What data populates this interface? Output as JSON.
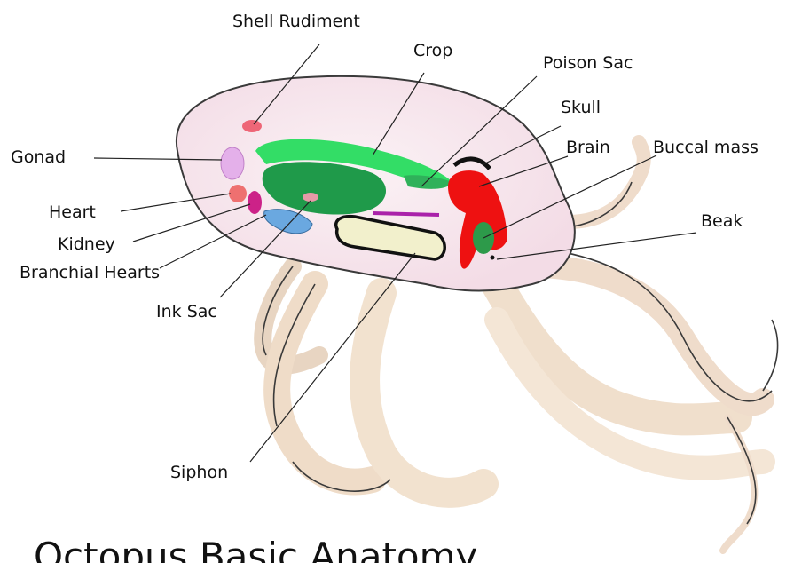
{
  "diagram": {
    "title": "Octopus Basic Anatomy",
    "labels": {
      "shell_rudiment": "Shell Rudiment",
      "crop": "Crop",
      "poison_sac": "Poison Sac",
      "skull": "Skull",
      "brain": "Brain",
      "buccal_mass": "Buccal mass",
      "gonad": "Gonad",
      "heart": "Heart",
      "kidney": "Kidney",
      "branchial_hearts": "Branchial Hearts",
      "ink_sac": "Ink Sac",
      "beak": "Beak",
      "siphon": "Siphon"
    },
    "colors": {
      "body": "#f8e8ee",
      "tentacle": "#f3e6d4",
      "crop": "#22cc55",
      "digestive": "#1f9a4a",
      "brain": "#ee1111",
      "gonad": "#e0a8e6",
      "heart": "#ee7070",
      "kidney": "#cc2288",
      "branchial": "#6aa8e0",
      "siphon": "#f2f0cc",
      "line": "#222222"
    }
  }
}
